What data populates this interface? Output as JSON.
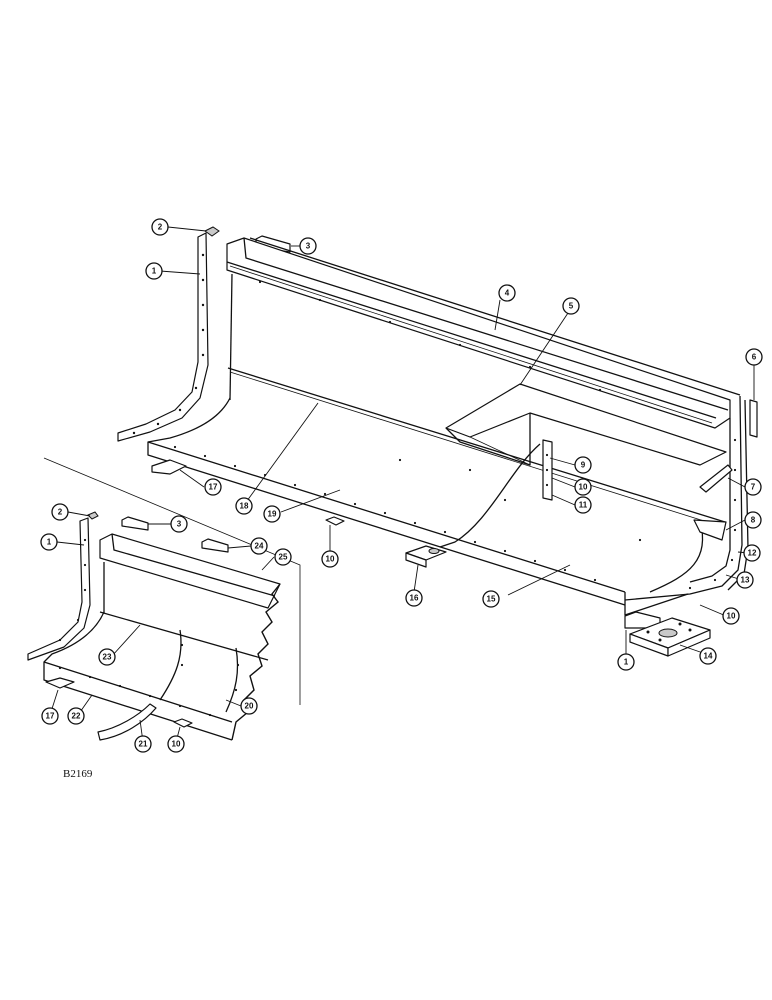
{
  "figure_id": "B2169",
  "callouts": {
    "main": [
      {
        "label": "2"
      },
      {
        "label": "1"
      },
      {
        "label": "3"
      },
      {
        "label": "4"
      },
      {
        "label": "5"
      },
      {
        "label": "6"
      },
      {
        "label": "7"
      },
      {
        "label": "8"
      },
      {
        "label": "9"
      },
      {
        "label": "10"
      },
      {
        "label": "11"
      },
      {
        "label": "12"
      },
      {
        "label": "13"
      },
      {
        "label": "10"
      },
      {
        "label": "14"
      },
      {
        "label": "1"
      },
      {
        "label": "15"
      },
      {
        "label": "16"
      },
      {
        "label": "10"
      },
      {
        "label": "17"
      },
      {
        "label": "18"
      },
      {
        "label": "19"
      }
    ],
    "inset": [
      {
        "label": "2"
      },
      {
        "label": "1"
      },
      {
        "label": "3"
      },
      {
        "label": "24"
      },
      {
        "label": "25"
      },
      {
        "label": "23"
      },
      {
        "label": "17"
      },
      {
        "label": "22"
      },
      {
        "label": "21"
      },
      {
        "label": "10"
      },
      {
        "label": "20"
      }
    ]
  }
}
